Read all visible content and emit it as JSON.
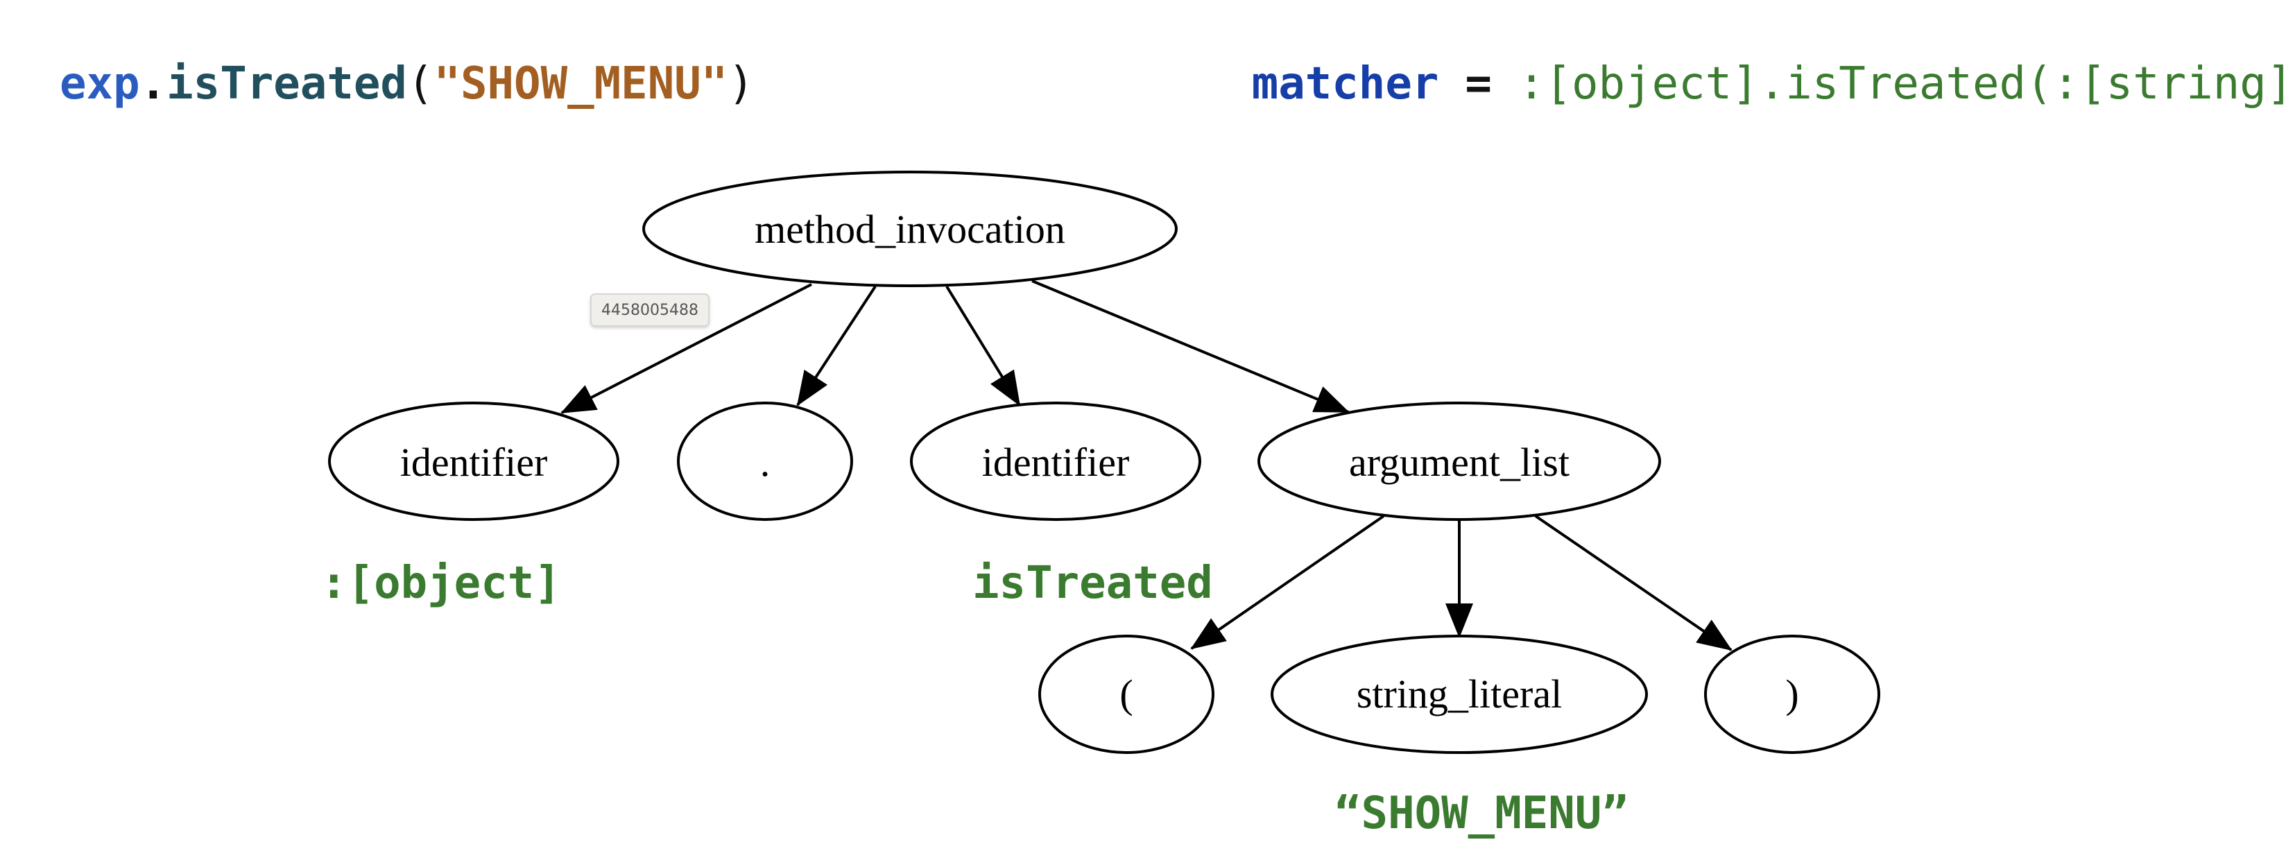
{
  "code": {
    "left": {
      "exp": "exp",
      "dot": ".",
      "method": "isTreated",
      "open": "(",
      "arg": "\"SHOW_MENU\"",
      "close": ")"
    },
    "right": {
      "name": "matcher",
      "eq": "=",
      "pattern": ":[object].isTreated(:[string])"
    }
  },
  "tree": {
    "root": "method_invocation",
    "child1": "identifier",
    "child2": ".",
    "child3": "identifier",
    "child4": "argument_list",
    "arg1": "(",
    "arg2": "string_literal",
    "arg3": ")"
  },
  "annotations": {
    "object": ":[object]",
    "method": "isTreated",
    "string": "“SHOW_MENU”"
  },
  "id_badge": "4458005488",
  "colors": {
    "keyword_blue": "#2a5bbf",
    "method_teal": "#214f5e",
    "string_brown": "#a35f22",
    "matcher_navy": "#163ea8",
    "pattern_green": "#3a7b2f",
    "text_black": "#111111"
  }
}
